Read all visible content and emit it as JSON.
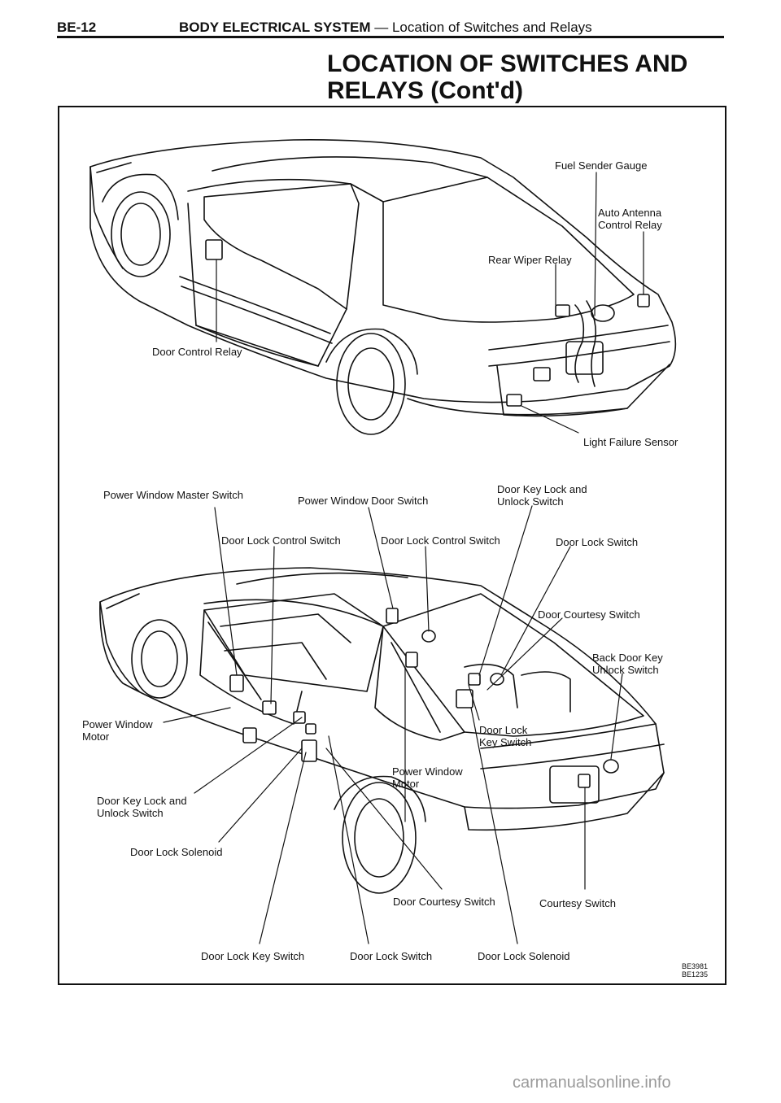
{
  "header": {
    "page_number": "BE-12",
    "section": "BODY ELECTRICAL SYSTEM",
    "subsection": "— Location of Switches and Relays"
  },
  "title_line1": "LOCATION OF SWITCHES AND",
  "title_line2": "RELAYS (Cont'd)",
  "top_view_labels": {
    "fuel_sender_gauge": "Fuel Sender Gauge",
    "auto_antenna_line1": "Auto Antenna",
    "auto_antenna_line2": "Control Relay",
    "rear_wiper_relay": "Rear Wiper Relay",
    "door_control_relay": "Door Control Relay",
    "light_failure_sensor": "Light Failure Sensor"
  },
  "bottom_view_labels": {
    "pw_master_switch": "Power Window Master Switch",
    "pw_door_switch": "Power Window Door Switch",
    "door_key_lock_unlock_r_line1": "Door Key Lock and",
    "door_key_lock_unlock_r_line2": "Unlock Switch",
    "door_lock_control_switch_1": "Door Lock Control Switch",
    "door_lock_control_switch_2": "Door Lock Control Switch",
    "door_lock_switch_r": "Door Lock Switch",
    "door_courtesy_switch_r": "Door Courtesy Switch",
    "back_door_key_line1": "Back Door Key",
    "back_door_key_line2": "Unlock Switch",
    "pw_motor_l_line1": "Power Window",
    "pw_motor_l_line2": "Motor",
    "door_lock_key_switch_r_line1": "Door Lock",
    "door_lock_key_switch_r_line2": "Key Switch",
    "pw_motor_r_line1": "Power Window",
    "pw_motor_r_line2": "Motor",
    "door_key_lock_unlock_l_line1": "Door Key Lock and",
    "door_key_lock_unlock_l_line2": "Unlock Switch",
    "door_lock_solenoid_l": "Door Lock Solenoid",
    "door_courtesy_switch_l": "Door Courtesy Switch",
    "courtesy_switch": "Courtesy Switch",
    "door_lock_key_switch_l": "Door Lock Key Switch",
    "door_lock_switch_l": "Door Lock Switch",
    "door_lock_solenoid_r": "Door Lock Solenoid"
  },
  "ref_codes": {
    "line1": "BE3981",
    "line2": "BE1235"
  },
  "watermark": "carmanualsonline.info"
}
